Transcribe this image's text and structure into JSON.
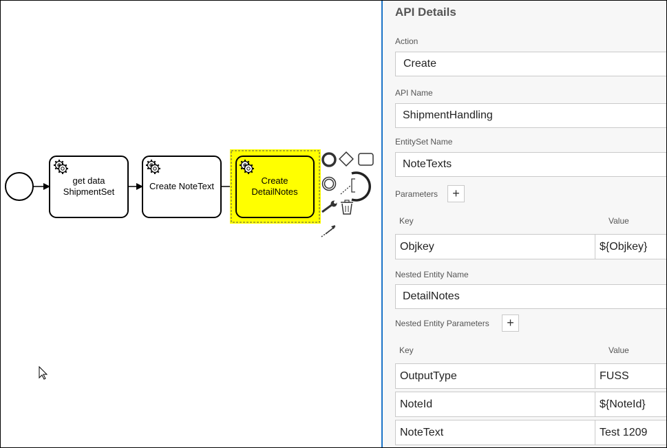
{
  "canvas": {
    "tasks": [
      {
        "line1": "get data",
        "line2": "ShipmentSet"
      },
      {
        "line1": "Create NoteText",
        "line2": ""
      },
      {
        "line1": "Create",
        "line2": "DetailNotes"
      }
    ],
    "highlight_color": "#ffff00",
    "context_pad_icons": [
      "end-event-icon",
      "gateway-icon",
      "task-icon",
      "intermediate-event-icon",
      "text-annotation-icon",
      "wrench-icon",
      "trash-icon",
      "connect-arrow-icon"
    ]
  },
  "panel": {
    "title": "API Details",
    "action_label": "Action",
    "action_value": "Create",
    "api_name_label": "API Name",
    "api_name_value": "ShipmentHandling",
    "entityset_label": "EntitySet Name",
    "entityset_value": "NoteTexts",
    "parameters_label": "Parameters",
    "plus": "+",
    "key_header": "Key",
    "value_header": "Value",
    "parameters": [
      {
        "key": "Objkey",
        "value": "${Objkey}"
      }
    ],
    "nested_entity_label": "Nested Entity Name",
    "nested_entity_value": "DetailNotes",
    "nested_params_label": "Nested Entity Parameters",
    "nested_parameters": [
      {
        "key": "OutputType",
        "value": "FUSS"
      },
      {
        "key": "NoteId",
        "value": "${NoteId}"
      },
      {
        "key": "NoteText",
        "value": "Test 1209"
      }
    ]
  },
  "accent_color": "#1a73c7"
}
